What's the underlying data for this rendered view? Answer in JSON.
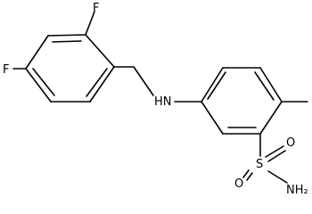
{
  "molecule": {
    "atoms": {
      "f_top": "F",
      "f_left": "F",
      "nh": "HN",
      "s": "S",
      "o_top": "O",
      "o_bottom": "O",
      "nh2": "NH₂"
    },
    "colors": {
      "bond": "#000000",
      "text": "#000000",
      "background": "#ffffff"
    }
  }
}
